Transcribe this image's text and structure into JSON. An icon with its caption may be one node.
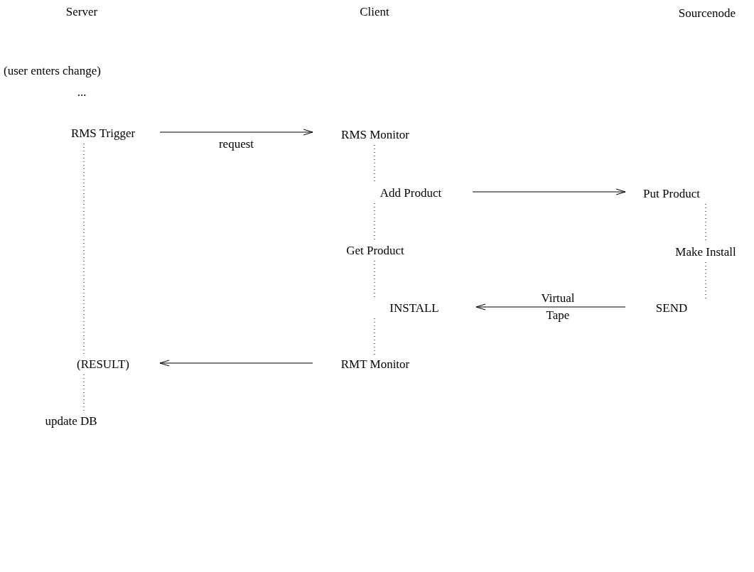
{
  "diagram": {
    "nodes": [
      {
        "text": [
          "RMS Trigger"
        ]
      },
      {
        "text": [
          "RMS Monitor"
        ]
      },
      {
        "text": [
          "Add Product"
        ]
      },
      {
        "text": [
          "Put Product"
        ]
      },
      {
        "text": [
          "Get Product"
        ]
      },
      {
        "text": [
          "Make Install"
        ]
      },
      {
        "text": [
          "INSTALL"
        ]
      },
      {
        "text": [
          "SEND"
        ]
      },
      {
        "text": [
          "(RESULT)"
        ]
      },
      {
        "text": [
          "RMT Monitor"
        ]
      },
      {
        "text": [
          "update DB"
        ]
      }
    ],
    "edges": [
      {
        "from": 0,
        "to": 1,
        "arrow": "to",
        "label": "request"
      },
      {
        "from": 2,
        "to": 3,
        "arrow": "to"
      },
      {
        "from": 7,
        "to": 6,
        "arrow": "to",
        "label": "Virtual Tape"
      },
      {
        "from": 9,
        "to": 8,
        "arrow": "to"
      },
      {
        "from": 0,
        "to": 8,
        "arrow": "none",
        "style": "dashed"
      },
      {
        "from": 8,
        "to": 10,
        "arrow": "none",
        "style": "dashed"
      },
      {
        "from": 1,
        "to": 2,
        "arrow": "none",
        "style": "dashed"
      },
      {
        "from": 2,
        "to": 4,
        "arrow": "none",
        "style": "dashed"
      },
      {
        "from": 4,
        "to": 6,
        "arrow": "none",
        "style": "dashed"
      },
      {
        "from": 6,
        "to": 9,
        "arrow": "none",
        "style": "dashed"
      },
      {
        "from": 3,
        "to": 5,
        "arrow": "none",
        "style": "dashed"
      },
      {
        "from": 5,
        "to": 7,
        "arrow": "none",
        "style": "dashed"
      }
    ],
    "labels": [
      "Server",
      "Client",
      "Sourcenode",
      "(user enters change)",
      "..."
    ]
  }
}
